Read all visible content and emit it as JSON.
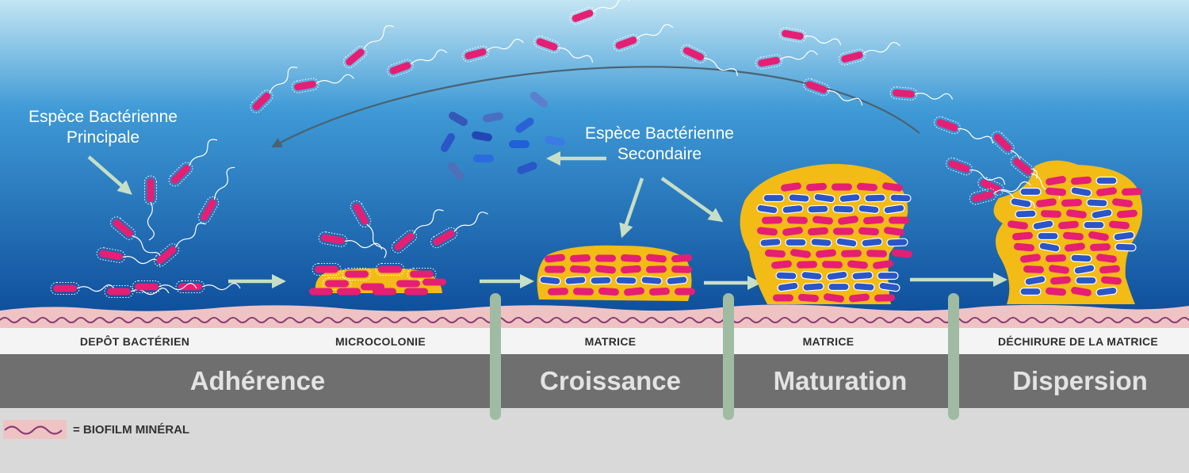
{
  "callouts": {
    "primary_species": [
      "Espèce Bactérienne",
      "Principale"
    ],
    "secondary_species": [
      "Espèce Bactérienne",
      "Secondaire"
    ]
  },
  "sublabels": {
    "deposit": "DEPÔT BACTÉRIEN",
    "microcolony": "MICROCOLONIE",
    "matrix_growth": "MATRICE",
    "matrix_maturation": "MATRICE",
    "matrix_tear": "DÉCHIRURE DE LA MATRICE"
  },
  "phases": {
    "adherence": "Adhérence",
    "growth": "Croissance",
    "maturation": "Maturation",
    "dispersion": "Dispersion"
  },
  "legend": {
    "text": "= BIOFILM MINÉRAL"
  },
  "colors": {
    "sky_top": "#bfe3f2",
    "sky_bottom": "#0f4f9c",
    "primary_bacteria": "#e51f74",
    "secondary_bacteria": "#2a56c8",
    "matrix": "#f2bb16",
    "mineral_film": "#efc3c4",
    "mineral_wave": "#8a3d74",
    "phase_band": "#6f6f6f",
    "divider_post": "#9fbca2",
    "arrow": "#c6dfc6"
  }
}
